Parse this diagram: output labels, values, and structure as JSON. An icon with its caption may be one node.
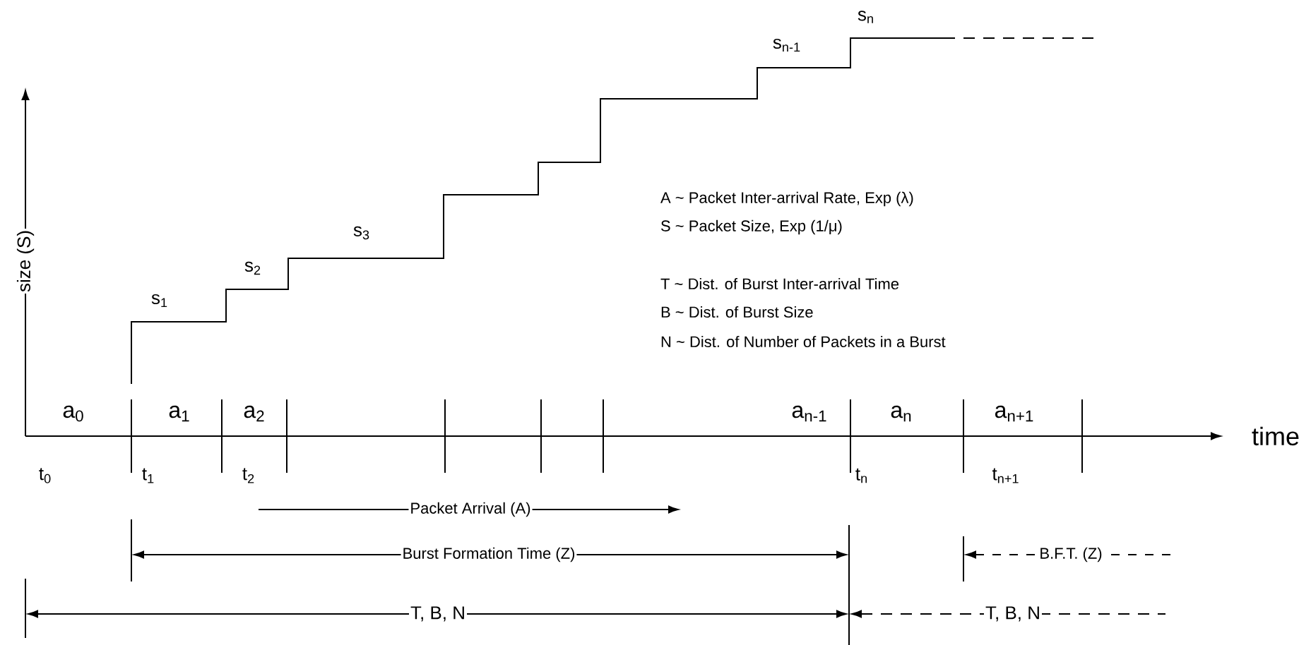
{
  "diagram": {
    "labels": [
      "s$_{n}$",
      "s$_{n-1}$",
      "s$_{3}$",
      "s$_{2}$",
      "s$_{1}$",
      "A ~ Packet Inter-arrival Rate, Exp (λ)",
      "S ~ Packet Size, Exp (1/μ)",
      "T ~ Dist. of Burst Inter-arrival Time",
      "B ~ Dist. of Burst Size",
      "N ~ Dist. of Number of Packets in a Burst",
      "size (S)",
      "a$_{0}$",
      "a$_{1}$",
      "a$_{2}$",
      "a$_{n-1}$",
      "a$_{n}$",
      "a$_{n+1}$",
      "time",
      "t$_{0}$",
      "t$_{1}$",
      "t$_{2}$",
      "t$_{n}$",
      "t$_{n+1}$",
      "Packet Arrival (A)",
      "Burst Formation Time (Z)",
      "B.F.T. (Z)",
      "T, B, N",
      "T, B, N"
    ]
  }
}
